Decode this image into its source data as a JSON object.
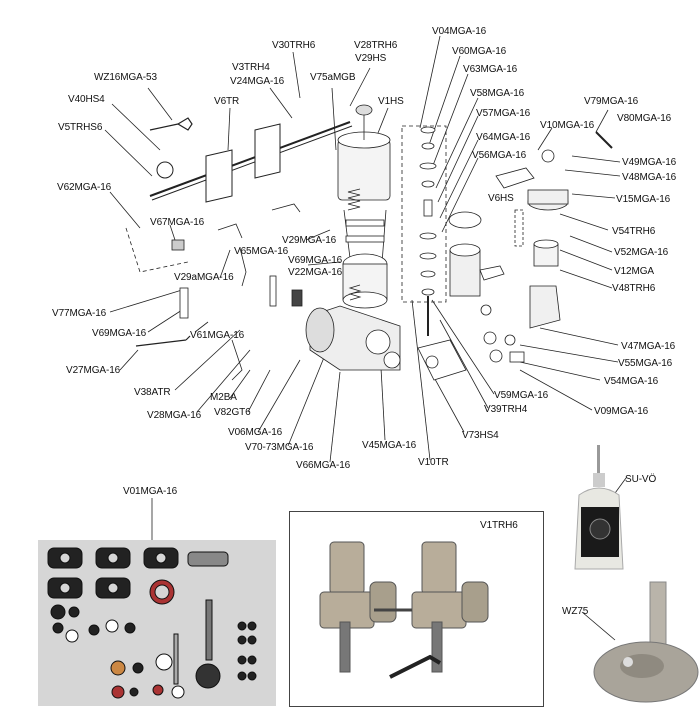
{
  "diagram": {
    "labels": {
      "V04MGA16": "V04MGA-16",
      "V30TRH6": "V30TRH6",
      "V28TRH6": "V28TRH6",
      "V29HS": "V29HS",
      "V60MGA16": "V60MGA-16",
      "V63MGA16": "V63MGA-16",
      "WZ16MGA53": "WZ16MGA-53",
      "V3TRH4": "V3TRH4",
      "V24MGA16a": "V24MGA-16",
      "V75aMGB": "V75aMGB",
      "V40HS4": "V40HS4",
      "V6TR": "V6TR",
      "V1HS": "V1HS",
      "V58MGA16": "V58MGA-16",
      "V79MGA16": "V79MGA-16",
      "V57MGA16": "V57MGA-16",
      "V80MGA16": "V80MGA-16",
      "V5TRHS6": "V5TRHS6",
      "V10MGA16": "V10MGA-16",
      "V64MGA16": "V64MGA-16",
      "V56MGA16": "V56MGA-16",
      "V49MGA16": "V49MGA-16",
      "V62MGA16": "V62MGA-16",
      "V48MGA16": "V48MGA-16",
      "V15MGA16": "V15MGA-16",
      "V6HS": "V6HS",
      "V67MGA16": "V67MGA-16",
      "V54TRH6": "V54TRH6",
      "V29MGA16": "V29MGA-16",
      "V52MGA16": "V52MGA-16",
      "V65MGA16": "V65MGA-16",
      "V69MGA16a": "V69MGA-16",
      "V22MGA16": "V22MGA-16",
      "V29aMGA16": "V29aMGA-16",
      "V12MGA": "V12MGA",
      "V48TRH6": "V48TRH6",
      "V77MGA16": "V77MGA-16",
      "V69MGA16b": "V69MGA-16",
      "V61MGA16": "V61MGA-16",
      "V47MGA16": "V47MGA-16",
      "V55MGA16": "V55MGA-16",
      "V27MGA16": "V27MGA-16",
      "V54MGA16": "V54MGA-16",
      "V38ATR": "V38ATR",
      "V59MGA16": "V59MGA-16",
      "M2BA": "M2BA",
      "V39TRH4": "V39TRH4",
      "V09MGA16": "V09MGA-16",
      "V28MGA16": "V28MGA-16",
      "V82GT6": "V82GT6",
      "V73HS4": "V73HS4",
      "V06MGA16": "V06MGA-16",
      "V45MGA16": "V45MGA-16",
      "V7073MGA16": "V70-73MGA-16",
      "V10TR": "V10TR",
      "V66MGA16": "V66MGA-16"
    }
  },
  "kits": {
    "gasket_kit": "V01MGA-16",
    "carb_pair": "V1TRH6",
    "oil": "SU-VÖ",
    "tool": "WZ75"
  }
}
